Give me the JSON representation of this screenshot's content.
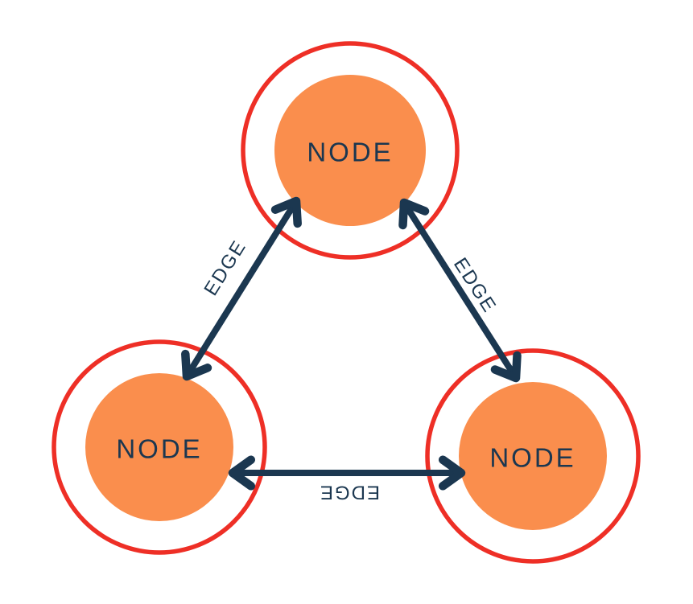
{
  "diagram": {
    "nodes": [
      {
        "id": "top",
        "label": "NODE"
      },
      {
        "id": "bottom-left",
        "label": "NODE"
      },
      {
        "id": "bottom-right",
        "label": "NODE"
      }
    ],
    "edges": [
      {
        "id": "top-to-bottom-left",
        "label": "EDGE",
        "direction": "bidirectional"
      },
      {
        "id": "top-to-bottom-right",
        "label": "EDGE",
        "direction": "bidirectional"
      },
      {
        "id": "bottom-left-to-bottom-right",
        "label": "EDGE",
        "direction": "bidirectional",
        "label_orientation": "upside-down"
      }
    ],
    "colors": {
      "background": "#ffffff",
      "node_fill": "#fa8e4d",
      "node_ring": "#ee2f26",
      "edge": "#1b3750",
      "label": "#1b3750"
    }
  }
}
